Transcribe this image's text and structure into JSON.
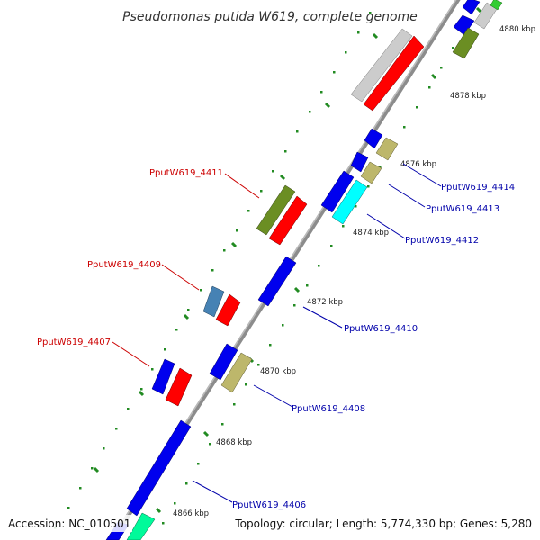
{
  "title": "Pseudomonas putida W619, complete genome",
  "footer": {
    "accession": "Accession: NC_010501",
    "summary": "Topology: circular; Length: 5,774,330 bp; Genes: 5,280"
  },
  "ticks": {
    "t4866": "4866 kbp",
    "t4868": "4868 kbp",
    "t4870": "4870 kbp",
    "t4872": "4872 kbp",
    "t4874": "4874 kbp",
    "t4876": "4876 kbp",
    "t4878": "4878 kbp",
    "t4880": "4880 kbp"
  },
  "gene_labels": {
    "g4406": "PputW619_4406",
    "g4407": "PputW619_4407",
    "g4408": "PputW619_4408",
    "g4409": "PputW619_4409",
    "g4410": "PputW619_4410",
    "g4411": "PputW619_4411",
    "g4412": "PputW619_4412",
    "g4413": "PputW619_4413",
    "g4414": "PputW619_4414"
  },
  "colors": {
    "backbone": "#8c8c8c",
    "dots": "#228b22",
    "label_blue": "#0000aa",
    "label_red": "#cc0000",
    "cds_blue": "#0000ee",
    "cds_red": "#ff0000",
    "cds_olive": "#6b8e23",
    "cds_khaki": "#bdb76b",
    "cds_cyan": "#00ffff",
    "cds_gray": "#cccccc",
    "cds_steel": "#4682b4",
    "cds_green": "#00fa9a"
  }
}
